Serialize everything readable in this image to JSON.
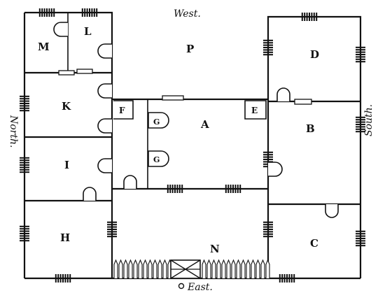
{
  "rooms": {
    "M": "M",
    "L": "L",
    "P": "P",
    "D": "D",
    "K": "K",
    "F": "F",
    "E": "E",
    "A": "A",
    "B": "B",
    "G1": "G",
    "G2": "G",
    "I": "I",
    "H": "H",
    "N": "N",
    "C": "C"
  },
  "compass": {
    "west": "West.",
    "east": "East.",
    "north": "North.",
    "south": "South."
  }
}
